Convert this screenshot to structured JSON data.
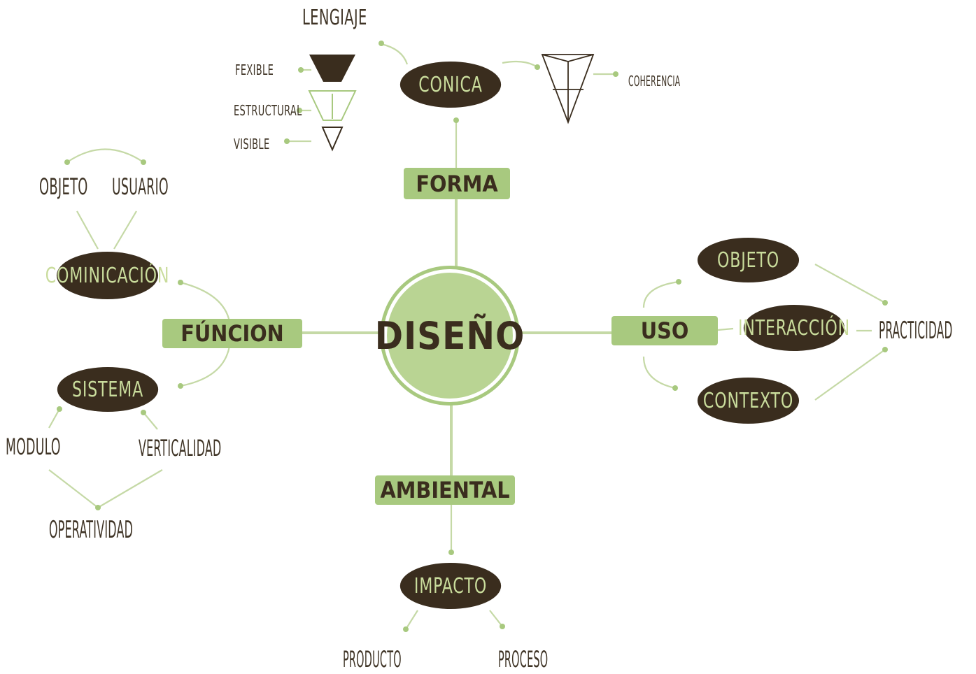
{
  "center": "DISEÑO",
  "categories": {
    "forma": "FORMA",
    "funcion": "FÚNCION",
    "uso": "USO",
    "ambiental": "AMBIENTAL"
  },
  "forma": {
    "oval": "CONICA",
    "lenguaje": "LENGIAJE",
    "fexible": "FEXIBLE",
    "estructural": "ESTRUCTURAL",
    "visible": "VISIBLE",
    "coherencia": "COHERENCIA"
  },
  "funcion": {
    "comunicacion": "COMINICACIÓN",
    "objeto": "OBJETO",
    "usuario": "USUARIO",
    "sistema": "SISTEMA",
    "modulo": "MODULO",
    "verticalidad": "VERTICALIDAD",
    "operatividad": "OPERATIVIDAD"
  },
  "uso": {
    "objeto": "OBJETO",
    "interaccion": "INTERACCIÓN",
    "contexto": "CONTEXTO",
    "practicidad": "PRACTICIDAD"
  },
  "ambiental": {
    "impacto": "IMPACTO",
    "producto": "PRODUCTO",
    "proceso": "PROCESO"
  },
  "colors": {
    "dark": "#3a2d1e",
    "green": "#a8c97f",
    "lightgreen": "#b9d493",
    "line": "#c5d9a6"
  }
}
